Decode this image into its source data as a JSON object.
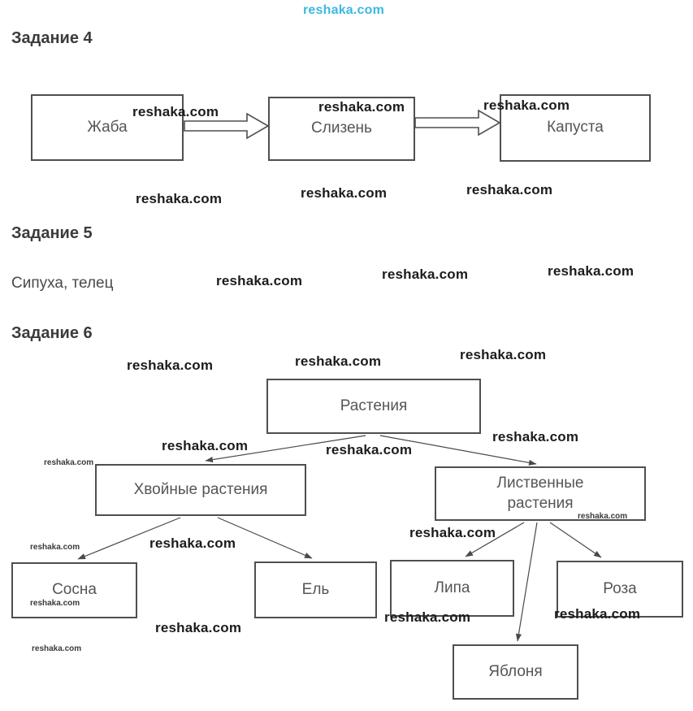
{
  "watermark": {
    "text": "reshaka.com",
    "top_color": "#3cb9e0",
    "body_color": "#1c1c1c"
  },
  "task4": {
    "heading": "Задание 4",
    "chain": [
      "Жаба",
      "Слизень",
      "Капуста"
    ]
  },
  "task5": {
    "heading": "Задание 5",
    "answer": "Сипуха, телец"
  },
  "task6": {
    "heading": "Задание 6",
    "tree": {
      "root": "Растения",
      "branches": [
        "Хвойные растения",
        "Лиственные растения"
      ],
      "conifers": [
        "Сосна",
        "Ель"
      ],
      "deciduous": [
        "Липа",
        "Роза",
        "Яблоня"
      ]
    }
  }
}
